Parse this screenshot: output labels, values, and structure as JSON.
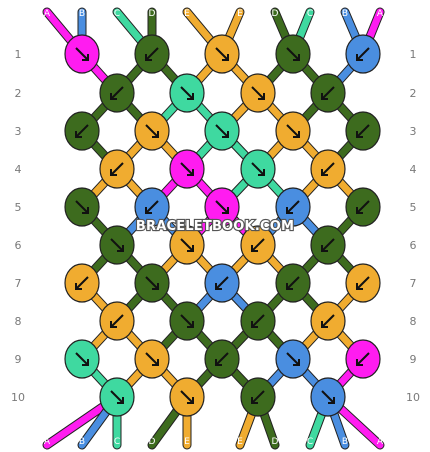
{
  "watermark": "BRACELETBOOK.COM",
  "colors": {
    "A": "#ff1cf0",
    "B": "#4a8ee0",
    "C": "#3fd9a0",
    "D": "#3d6b1e",
    "E": "#f0ac30"
  },
  "top_letters": [
    "A",
    "B",
    "C",
    "D",
    "E",
    "E",
    "D",
    "C",
    "B",
    "A"
  ],
  "bottom_letters": [
    "A",
    "B",
    "C",
    "D",
    "E",
    "E",
    "D",
    "C",
    "B",
    "A"
  ],
  "row_labels": [
    "1",
    "2",
    "3",
    "4",
    "5",
    "6",
    "7",
    "8",
    "9",
    "10"
  ],
  "knots": [
    [
      {
        "c": "A",
        "d": "right"
      },
      {
        "c": "D",
        "d": "left"
      },
      {
        "c": "E",
        "d": "right"
      },
      {
        "c": "D",
        "d": "right"
      },
      {
        "c": "B",
        "d": "left"
      }
    ],
    [
      {
        "c": "D",
        "d": "left"
      },
      {
        "c": "C",
        "d": "right"
      },
      {
        "c": "E",
        "d": "right"
      },
      {
        "c": "D",
        "d": "left"
      }
    ],
    [
      {
        "c": "D",
        "d": "left"
      },
      {
        "c": "E",
        "d": "right"
      },
      {
        "c": "C",
        "d": "right"
      },
      {
        "c": "E",
        "d": "right"
      },
      {
        "c": "D",
        "d": "left"
      }
    ],
    [
      {
        "c": "E",
        "d": "left"
      },
      {
        "c": "A",
        "d": "right"
      },
      {
        "c": "C",
        "d": "right"
      },
      {
        "c": "E",
        "d": "left"
      }
    ],
    [
      {
        "c": "D",
        "d": "right"
      },
      {
        "c": "B",
        "d": "left"
      },
      {
        "c": "A",
        "d": "right"
      },
      {
        "c": "B",
        "d": "left"
      },
      {
        "c": "D",
        "d": "left"
      }
    ],
    [
      {
        "c": "D",
        "d": "right"
      },
      {
        "c": "E",
        "d": "right"
      },
      {
        "c": "E",
        "d": "left"
      },
      {
        "c": "D",
        "d": "left"
      }
    ],
    [
      {
        "c": "E",
        "d": "left"
      },
      {
        "c": "D",
        "d": "right"
      },
      {
        "c": "B",
        "d": "left"
      },
      {
        "c": "D",
        "d": "left"
      },
      {
        "c": "E",
        "d": "left"
      }
    ],
    [
      {
        "c": "E",
        "d": "left"
      },
      {
        "c": "D",
        "d": "right"
      },
      {
        "c": "D",
        "d": "left"
      },
      {
        "c": "E",
        "d": "left"
      }
    ],
    [
      {
        "c": "C",
        "d": "right"
      },
      {
        "c": "E",
        "d": "right"
      },
      {
        "c": "D",
        "d": "left"
      },
      {
        "c": "B",
        "d": "right"
      },
      {
        "c": "A",
        "d": "left"
      }
    ],
    [
      {
        "c": "C",
        "d": "right"
      },
      {
        "c": "E",
        "d": "right"
      },
      {
        "c": "D",
        "d": "left"
      },
      {
        "c": "B",
        "d": "right"
      }
    ]
  ]
}
